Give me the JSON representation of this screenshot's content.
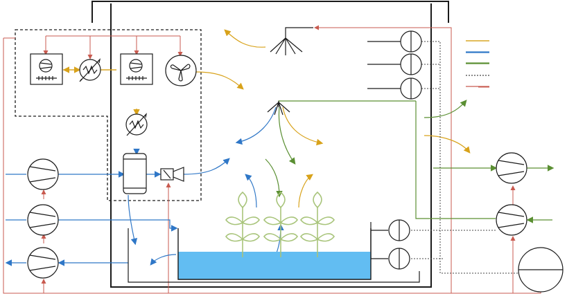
{
  "colors": {
    "air": "#d8a21a",
    "water": "#2f77c7",
    "plant_flow": "#5a8f32",
    "power": "#c85a4f",
    "structure": "#1a1a1a",
    "dotted": "#444444",
    "water_fill": "#62bdf2",
    "plant": "#a8c47a"
  },
  "legend": [
    {
      "line": "solid",
      "color_key": "air"
    },
    {
      "line": "solid",
      "color_key": "water"
    },
    {
      "line": "solid",
      "color_key": "plant_flow"
    },
    {
      "line": "dotted",
      "color_key": "dotted"
    },
    {
      "line": "solid",
      "color_key": "power"
    }
  ],
  "icons": [
    "compressor-unit-icon",
    "heat-exchanger-icon",
    "fan-icon",
    "pump-icon",
    "sensor-icon",
    "water-tank-icon",
    "nozzle-icon",
    "sprinkler-icon",
    "plant-icon",
    "pressure-vessel-icon"
  ]
}
